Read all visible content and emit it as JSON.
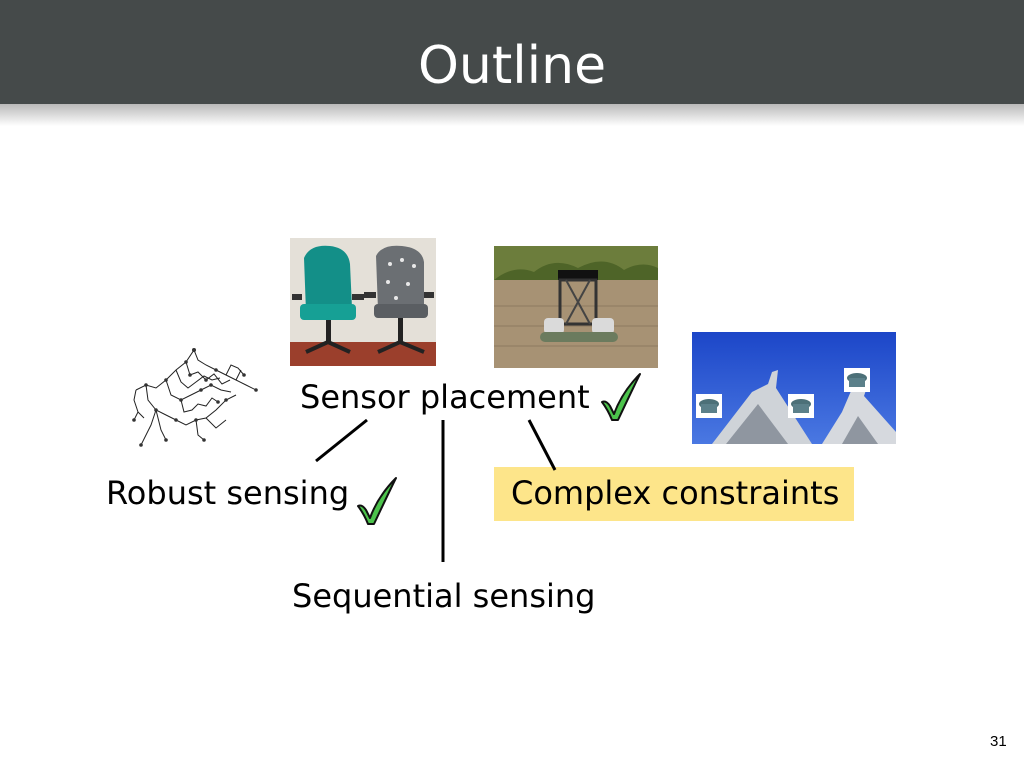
{
  "slide": {
    "title": "Outline",
    "page_number": "31"
  },
  "nodes": {
    "sensor_placement": "Sensor placement",
    "robust_sensing": "Robust sensing",
    "complex_constraints": "Complex constraints",
    "sequential_sensing": "Sequential sensing"
  },
  "icons": [
    "checkmark-icon",
    "checkmark-icon"
  ],
  "colors": {
    "title_bar": "#454a4a",
    "highlight": "#fde58a",
    "check_fill": "#4cc34c",
    "sky_blue": "#2a58d6"
  }
}
